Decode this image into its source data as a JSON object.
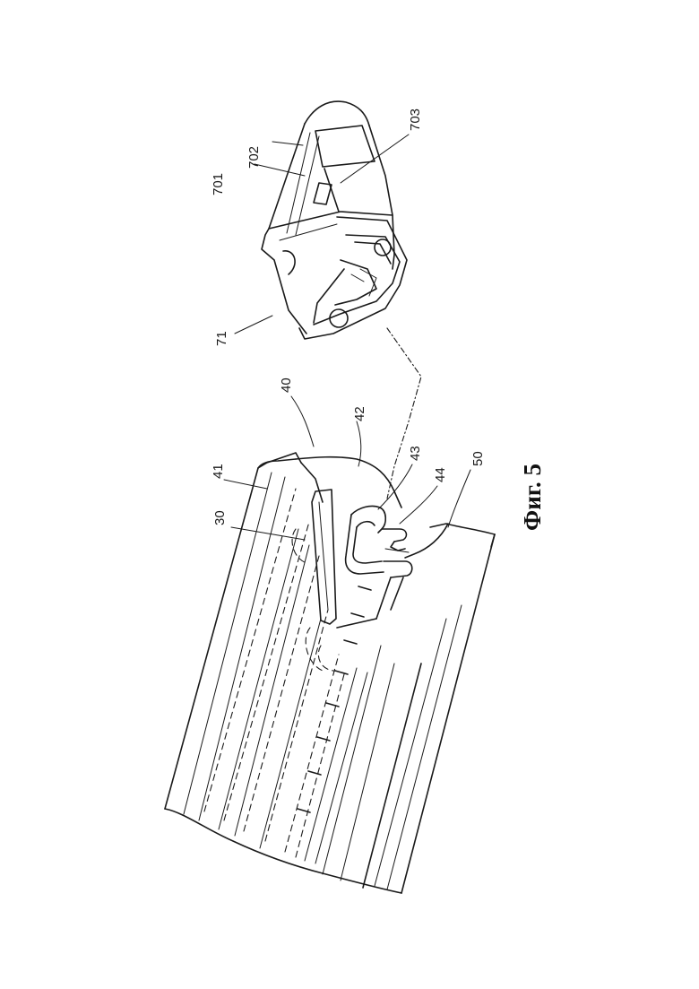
{
  "figure": {
    "caption": "Фиг. 5",
    "reference_numerals": {
      "wiper_blade": "40",
      "upper_section": "41",
      "central_section": "42",
      "groove_a": "43",
      "groove_b": "44",
      "wiper_lip": "50",
      "spring_rail": "30",
      "end_cap": "71",
      "cap_face": "701",
      "cap_band": "702",
      "cap_rib": "703"
    }
  }
}
